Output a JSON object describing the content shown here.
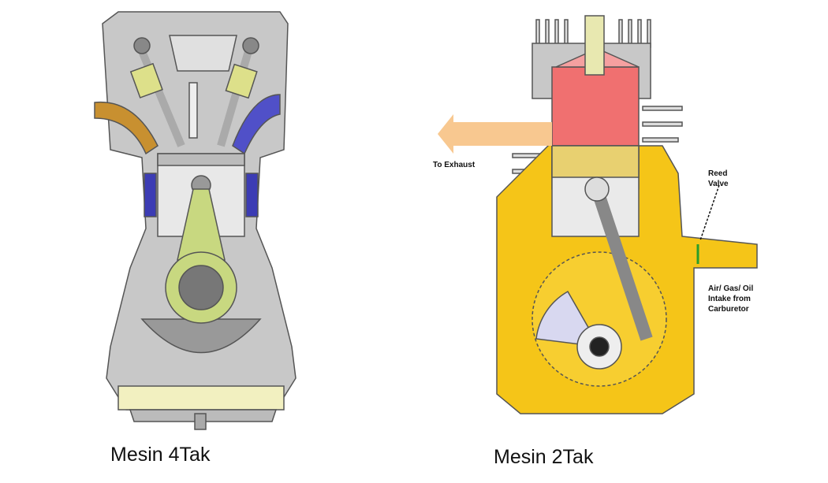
{
  "left_engine": {
    "caption": "Mesin 4Tak"
  },
  "right_engine": {
    "caption": "Mesin 2Tak",
    "labels": {
      "exhaust": "To Exhaust",
      "reed_valve_1": "Reed",
      "reed_valve_2": "Valve",
      "intake_1": "Air/ Gas/ Oil",
      "intake_2": "Intake from",
      "intake_3": "Carburetor"
    }
  },
  "colors": {
    "casing": "#c8c8c8",
    "crankcase_mix": "#f5c518",
    "combustion": "#f07070",
    "exhaust_arrow": "#f8c890",
    "intake_port_left": "#c89030",
    "exhaust_port_left": "#5050c8",
    "conrod_left": "#c8d880"
  }
}
